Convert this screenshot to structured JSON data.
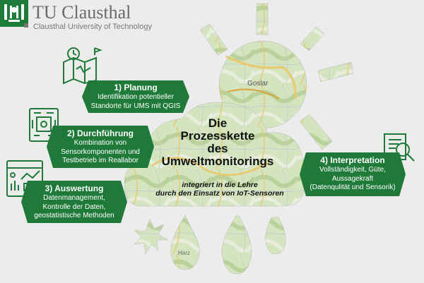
{
  "header": {
    "title": "TU Clausthal",
    "subtitle": "Clausthal University of Technology"
  },
  "center": {
    "title_lines": [
      "Die",
      "Prozesskette",
      "des",
      "Umweltmonitorings"
    ],
    "subtitle_lines": [
      "integriert in die Lehre",
      "durch den Einsatz von IoT-Sensoren"
    ]
  },
  "map_labels": {
    "goslar": "Goslar",
    "harz": "Harz"
  },
  "steps": [
    {
      "heading": "1) Planung",
      "body": "Identifikation potentieller\nStandorte für UMS mit QGIS"
    },
    {
      "heading": "2) Durchführung",
      "body": "Kombination von\nSensorkomponenten und\nTestbetrieb im Reallabor"
    },
    {
      "heading": "3) Auswertung",
      "body": "Datenmanagement,\nKontrolle der Daten,\ngeostatistische Methoden"
    },
    {
      "heading": "4) Interpretation",
      "body": "Vollständigkeit, Güte,\nAussagekraft\n(Datenqulität und Sensorik)"
    }
  ],
  "colors": {
    "green": "#1f7a3a",
    "map_light": "#cfe2b8",
    "map_road": "#e8c86a"
  }
}
